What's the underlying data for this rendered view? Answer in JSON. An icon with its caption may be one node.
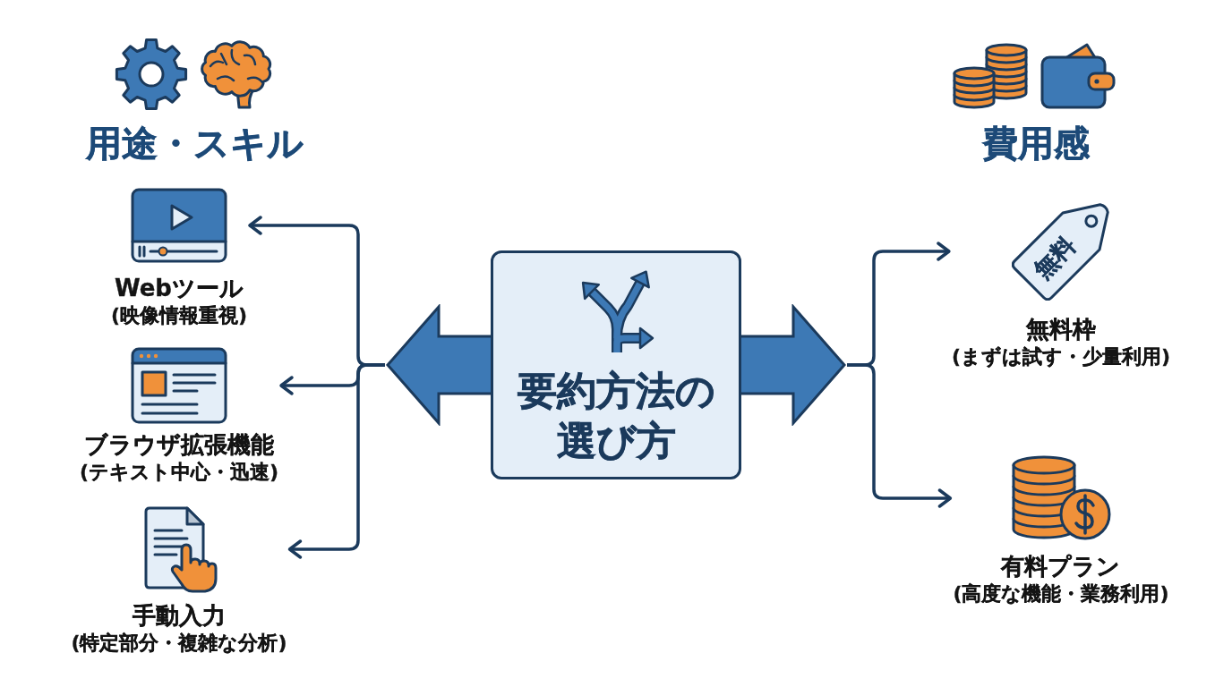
{
  "diagram": {
    "nodes": [
      {
        "text": [
          "要約方法の選び方"
        ]
      },
      {
        "text": [
          "Webツール",
          "(映像情報重視)"
        ]
      },
      {
        "text": [
          "ブラウザ拡張機能",
          "(テキスト中心・迅速)"
        ]
      },
      {
        "text": [
          "手動入力",
          "(特定部分・複雑な分析)"
        ]
      },
      {
        "text": [
          "無料枠",
          "(まずは試す・少量利用)"
        ]
      },
      {
        "text": [
          "有料プラン",
          "(高度な機能・業務利用)"
        ]
      }
    ],
    "edges": [
      {
        "from": 0,
        "to": 1,
        "arrow": "to"
      },
      {
        "from": 0,
        "to": 2,
        "arrow": "to"
      },
      {
        "from": 0,
        "to": 3,
        "arrow": "to"
      },
      {
        "from": 0,
        "to": 4,
        "arrow": "to"
      },
      {
        "from": 0,
        "to": 5,
        "arrow": "to"
      }
    ],
    "labels": [
      "用途・スキル",
      "費用感",
      "無料"
    ]
  }
}
